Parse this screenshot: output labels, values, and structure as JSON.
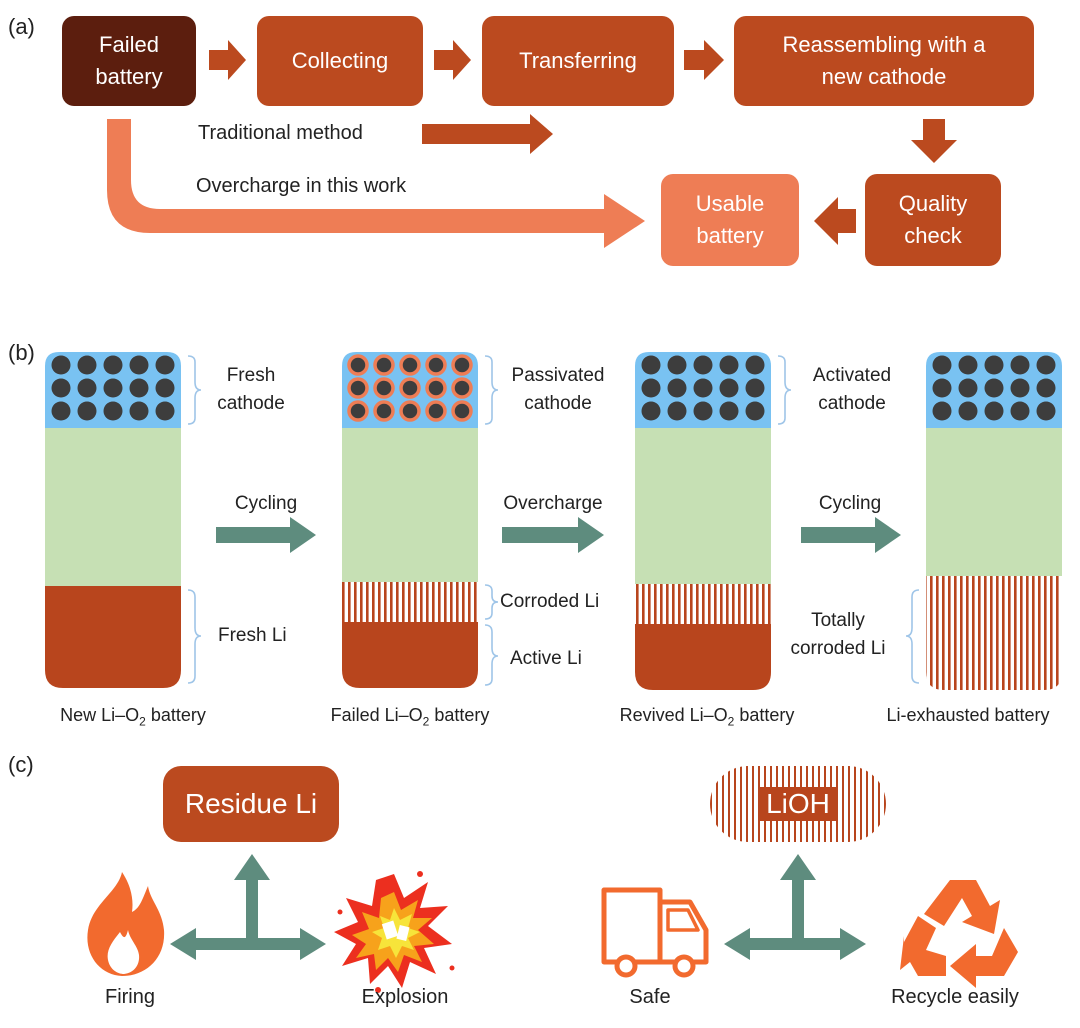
{
  "panel_a": {
    "label": "(a)",
    "failed_battery": "Failed battery",
    "collecting": "Collecting",
    "transferring": "Transferring",
    "reassembling": "Reassembling with a new cathode",
    "quality_check": "Quality check",
    "usable_battery": "Usable battery",
    "traditional_method": "Traditional method",
    "overcharge_note": "Overcharge in this work"
  },
  "panel_b": {
    "label": "(b)",
    "fresh_cathode": "Fresh cathode",
    "passivated_cathode": "Passivated cathode",
    "activated_cathode": "Activated cathode",
    "fresh_li": "Fresh Li",
    "corroded_li": "Corroded Li",
    "active_li": "Active Li",
    "totally_corroded_li": "Totally corroded Li",
    "cycling_1": "Cycling",
    "overcharge": "Overcharge",
    "cycling_2": "Cycling",
    "caption_new": "New Li–O",
    "caption_failed": "Failed Li–O",
    "caption_revived": "Revived Li–O",
    "subscript": "2",
    "caption_suffix": " battery",
    "caption_exhausted": "Li-exhausted battery"
  },
  "panel_c": {
    "label": "(c)",
    "residue_li": "Residue Li",
    "lioh": "LiOH",
    "firing": "Firing",
    "explosion": "Explosion",
    "safe": "Safe",
    "recycle": "Recycle easily"
  },
  "colors": {
    "brick": "#bb4a1f",
    "dark_brown": "#5c1e0e",
    "light_orange": "#ee7d55",
    "cathode_blue": "#79c2f2",
    "electrolyte_green": "#c6e0b4",
    "lithium": "#b8451d",
    "particle": "#3d3d3d",
    "teal_arrow": "#5e8c7e"
  },
  "icons": [
    "flame-icon",
    "explosion-icon",
    "truck-icon",
    "recycle-icon"
  ]
}
